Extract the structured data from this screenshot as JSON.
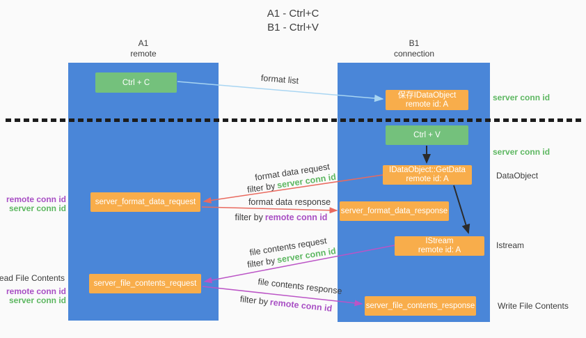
{
  "title": {
    "line1": "A1 - Ctrl+C",
    "line2": "B1 - Ctrl+V"
  },
  "columns": {
    "a1": {
      "name": "A1",
      "role": "remote"
    },
    "b1": {
      "name": "B1",
      "role": "connection"
    }
  },
  "nodes": {
    "ctrl_c": {
      "label": "Ctrl + C"
    },
    "ctrl_v": {
      "label": "Ctrl + V"
    },
    "save_dataobject": {
      "line1": "保存IDataObject",
      "line2": "remote id: A"
    },
    "getdata": {
      "line1": "IDataObject::GetData",
      "line2": "remote id: A"
    },
    "istream": {
      "line1": "IStream",
      "line2": "remote id: A"
    },
    "server_format_data_request": {
      "label": "server_format_data_request"
    },
    "server_format_data_response": {
      "label": "server_format_data_response"
    },
    "server_file_contents_request": {
      "label": "server_file_contents_request"
    },
    "server_file_contents_response": {
      "label": "server_file_contents_response"
    }
  },
  "arrow_labels": {
    "format_list": "format list",
    "format_data_request": "format data request",
    "format_data_response": "format data response",
    "file_contents_request": "file contents request",
    "file_contents_response": "file contents response",
    "filter_by": "filter by",
    "server_conn_id": "server conn id",
    "remote_conn_id": "remote conn id"
  },
  "side_labels": {
    "server_conn_id": "server conn id",
    "remote_conn_id": "remote conn id",
    "dataobject": "DataObject",
    "istream": "Istream",
    "read_file_contents": "Read File Contents",
    "write_file_contents": "Write File Contents"
  },
  "colors": {
    "lifeline_blue": "#4a86d8",
    "node_green": "#74c17c",
    "node_orange": "#f8ad4b",
    "conn_id_green": "#5db761",
    "conn_id_purple": "#a84fc4",
    "arrow_light_blue": "#a8d5f2",
    "arrow_red": "#e96a5f",
    "arrow_magenta": "#bb54c6",
    "arrow_black": "#2b2b2b",
    "separator_black": "#1c1c1c"
  }
}
